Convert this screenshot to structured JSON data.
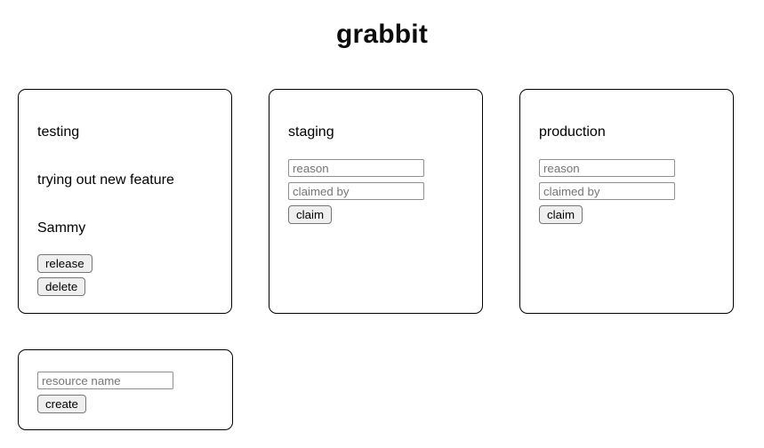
{
  "app": {
    "title": "grabbit"
  },
  "colors": {
    "card_border": "#000000",
    "button_background": "#efefef",
    "button_border": "#767676",
    "input_border": "#8f8f8f",
    "placeholder_text": "#757575",
    "text": "#000000",
    "page_background": "#ffffff"
  },
  "cards": [
    {
      "name": "testing",
      "state": "claimed",
      "reason": "trying out new feature",
      "claimed_by": "Sammy",
      "release_label": "release",
      "delete_label": "delete"
    },
    {
      "name": "staging",
      "state": "unclaimed",
      "reason_placeholder": "reason",
      "claimed_by_placeholder": "claimed by",
      "claim_label": "claim"
    },
    {
      "name": "production",
      "state": "unclaimed",
      "reason_placeholder": "reason",
      "claimed_by_placeholder": "claimed by",
      "claim_label": "claim"
    }
  ],
  "create_card": {
    "resource_name_placeholder": "resource name",
    "create_label": "create"
  }
}
